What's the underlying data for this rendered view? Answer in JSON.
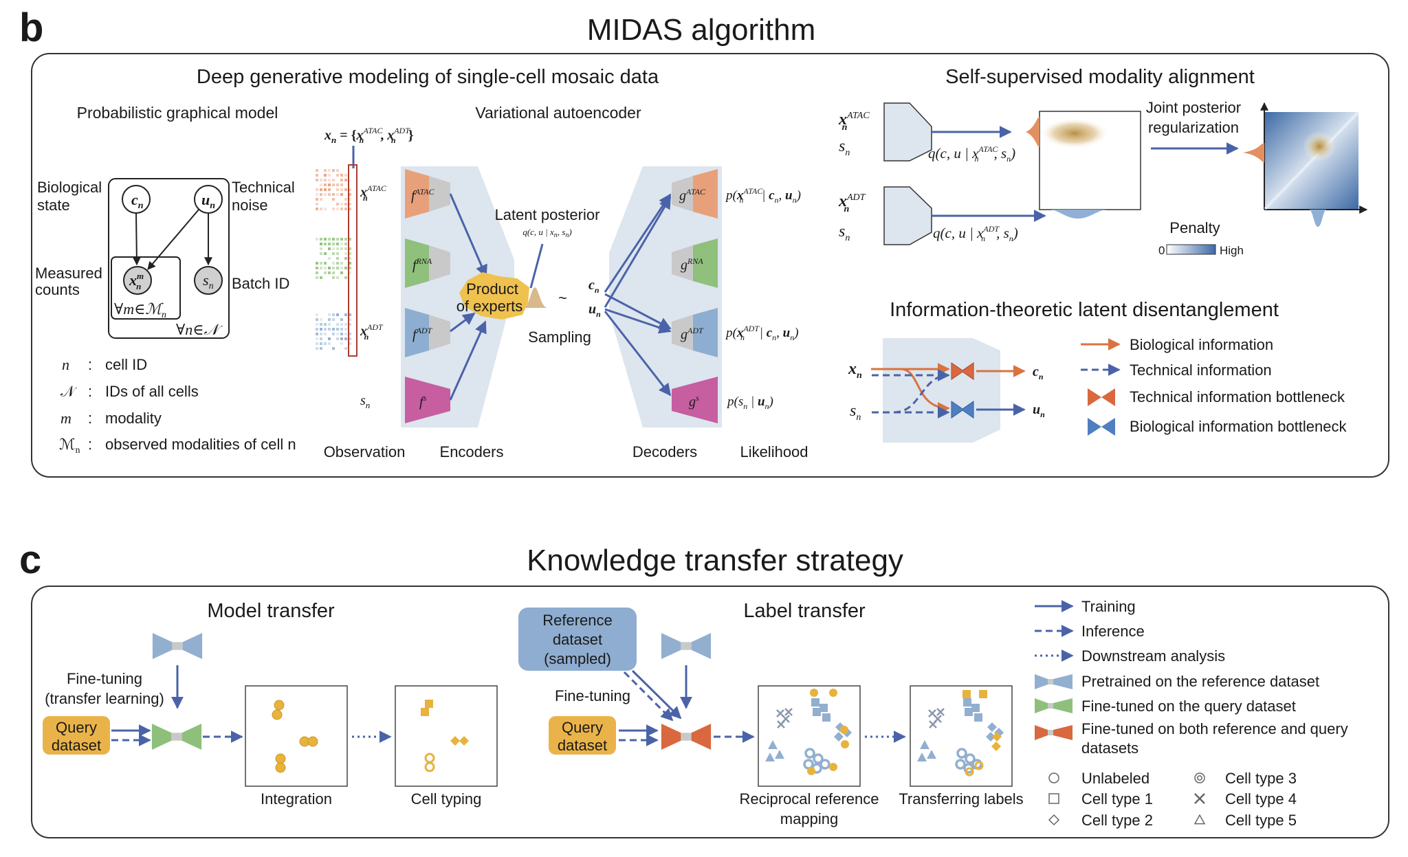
{
  "panel_b": {
    "letter": "b",
    "title": "MIDAS algorithm",
    "deep_gen": {
      "heading": "Deep generative modeling of single-cell mosaic data",
      "pgm": {
        "heading": "Probabilistic graphical model",
        "biological_state_1": "Biological",
        "biological_state_2": "state",
        "technical_noise_1": "Technical",
        "technical_noise_2": "noise",
        "measured_counts_1": "Measured",
        "measured_counts_2": "counts",
        "batch_id": "Batch ID",
        "node_c": "c",
        "node_c_sub": "n",
        "node_u": "u",
        "node_u_sub": "n",
        "node_x": "x",
        "node_x_sub": "n",
        "node_x_sup": "m",
        "node_s": "s",
        "node_s_sub": "n",
        "plate_inner": "∀m∈ℳ",
        "plate_inner_sub": "n",
        "plate_outer": "∀n∈𝒩",
        "legend": [
          {
            "sym": "n",
            "colon": ":",
            "desc": "cell ID"
          },
          {
            "sym": "𝒩",
            "colon": ":",
            "desc": "IDs of all cells"
          },
          {
            "sym": "m",
            "colon": ":",
            "desc": "modality"
          },
          {
            "sym": "ℳ",
            "sub": "n",
            "colon": ":",
            "desc": "observed modalities of cell n"
          }
        ]
      },
      "vae": {
        "heading": "Variational autoencoder",
        "x_def": "x",
        "x_def_sub": "n",
        "x_def_eq": " = {",
        "x_def_a": "x",
        "x_def_a_sup": "ATAC",
        "x_def_a_sub": "n",
        "x_def_comma": ", ",
        "x_def_b": "x",
        "x_def_b_sup": "ADT",
        "x_def_b_sub": "n",
        "x_def_close": "}",
        "x_atac": "x",
        "x_atac_sup": "ATAC",
        "x_atac_sub": "n",
        "x_adt": "x",
        "x_adt_sup": "ADT",
        "x_adt_sub": "n",
        "s_n": "s",
        "s_n_sub": "n",
        "enc_atac": "f",
        "enc_atac_sup": "ATAC",
        "enc_rna": "f",
        "enc_rna_sup": "RNA",
        "enc_adt": "f",
        "enc_adt_sup": "ADT",
        "enc_s": "f",
        "enc_s_sup": "s",
        "poe_1": "Product",
        "poe_2": "of experts",
        "latent_posterior": "Latent posterior",
        "latent_q": "q(c, u | x",
        "latent_q_sub": "n",
        "latent_q_2": ", s",
        "latent_q_sub2": "n",
        "latent_q_3": ")",
        "tilde": "~",
        "sampling": "Sampling",
        "c_n": "c",
        "c_n_sub": "n",
        "u_n": "u",
        "u_n_sub": "n",
        "dec_atac": "g",
        "dec_atac_sup": "ATAC",
        "dec_rna": "g",
        "dec_rna_sup": "RNA",
        "dec_adt": "g",
        "dec_adt_sup": "ADT",
        "dec_s": "g",
        "dec_s_sup": "s",
        "lik_atac_1": "p(",
        "lik_atac_x": "x",
        "lik_atac_sup": "ATAC",
        "lik_atac_sub": "n",
        "lik_atac_2": " | ",
        "lik_atac_c": "c",
        "lik_atac_csub": "n",
        "lik_atac_3": ", ",
        "lik_atac_u": "u",
        "lik_atac_usub": "n",
        "lik_atac_4": ")",
        "lik_adt_1": "p(",
        "lik_adt_x": "x",
        "lik_adt_sup": "ADT",
        "lik_adt_sub": "n",
        "lik_adt_2": " | ",
        "lik_adt_c": "c",
        "lik_adt_csub": "n",
        "lik_adt_3": ", ",
        "lik_adt_u": "u",
        "lik_adt_usub": "n",
        "lik_adt_4": ")",
        "lik_s_1": "p(s",
        "lik_s_sub": "n",
        "lik_s_2": " | ",
        "lik_s_u": "u",
        "lik_s_usub": "n",
        "lik_s_3": ")",
        "obs_label": "Observation",
        "enc_label": "Encoders",
        "dec_label": "Decoders",
        "lik_label": "Likelihood"
      }
    },
    "alignment": {
      "heading": "Self-supervised modality alignment",
      "x_atac": "x",
      "x_atac_sup": "ATAC",
      "x_atac_sub": "n",
      "s1": "s",
      "s1_sub": "n",
      "x_adt": "x",
      "x_adt_sup": "ADT",
      "x_adt_sub": "n",
      "s2": "s",
      "s2_sub": "n",
      "q_atac_1": "q(c, u | x",
      "q_atac_sup": "ATAC",
      "q_atac_sub": "n",
      "q_atac_2": ", s",
      "q_atac_sub2": "n",
      "q_atac_3": ")",
      "q_adt_1": "q(c, u | x",
      "q_adt_sup": "ADT",
      "q_adt_sub": "n",
      "q_adt_2": ", s",
      "q_adt_sub2": "n",
      "q_adt_3": ")",
      "joint_1": "Joint posterior",
      "joint_2": "regularization",
      "penalty": "Penalty",
      "penalty_low": "0",
      "penalty_high": "High"
    },
    "disentangle": {
      "heading": "Information-theoretic latent disentanglement",
      "x_n": "x",
      "x_n_sub": "n",
      "s_n": "s",
      "s_n_sub": "n",
      "c_n": "c",
      "c_n_sub": "n",
      "u_n": "u",
      "u_n_sub": "n",
      "legend": [
        {
          "label": "Biological information"
        },
        {
          "label": "Technical information"
        },
        {
          "label": "Technical information bottleneck"
        },
        {
          "label": "Biological information bottleneck"
        }
      ]
    }
  },
  "panel_c": {
    "letter": "c",
    "title": "Knowledge transfer strategy",
    "model_transfer": {
      "heading": "Model transfer",
      "finetune_1": "Fine-tuning",
      "finetune_2": "(transfer learning)",
      "query_1": "Query",
      "query_2": "dataset",
      "integration": "Integration",
      "cell_typing": "Cell typing"
    },
    "label_transfer": {
      "heading": "Label transfer",
      "ref_1": "Reference",
      "ref_2": "dataset",
      "ref_3": "(sampled)",
      "finetune": "Fine-tuning",
      "query_1": "Query",
      "query_2": "dataset",
      "reciprocal_1": "Reciprocal reference",
      "reciprocal_2": "mapping",
      "transferring": "Transferring labels"
    },
    "legend": {
      "arrows": [
        {
          "label": "Training"
        },
        {
          "label": "Inference"
        },
        {
          "label": "Downstream analysis"
        }
      ],
      "models": [
        {
          "label": "Pretrained on the reference dataset",
          "color": "#92afd0"
        },
        {
          "label": "Fine-tuned on the query dataset",
          "color": "#8ec07c"
        },
        {
          "label": "Fine-tuned on both  reference and query",
          "label2": "datasets",
          "color": "#d9683f"
        }
      ],
      "cell_types": [
        {
          "label": "Unlabeled",
          "icon": "circle-icon"
        },
        {
          "label": "Cell type 1",
          "icon": "square-icon"
        },
        {
          "label": "Cell type 2",
          "icon": "diamond-icon"
        },
        {
          "label": "Cell type 3",
          "icon": "target-icon"
        },
        {
          "label": "Cell type 4",
          "icon": "cross-icon"
        },
        {
          "label": "Cell type 5",
          "icon": "triangle-icon"
        }
      ]
    }
  },
  "colors": {
    "arrow_blue": "#4a63a8",
    "orange": "#d9733f",
    "ref_blue": "#92afd0",
    "query_green": "#8ec07c",
    "both_orange": "#d9683f",
    "query_box": "#eab34a",
    "ref_box": "#8eadd0",
    "dot_yellow": "#e8b23c",
    "enc_atac": "#e8a07a",
    "enc_rna": "#8fc07c",
    "enc_adt": "#8eaed1",
    "enc_s": "#c65ea0"
  }
}
